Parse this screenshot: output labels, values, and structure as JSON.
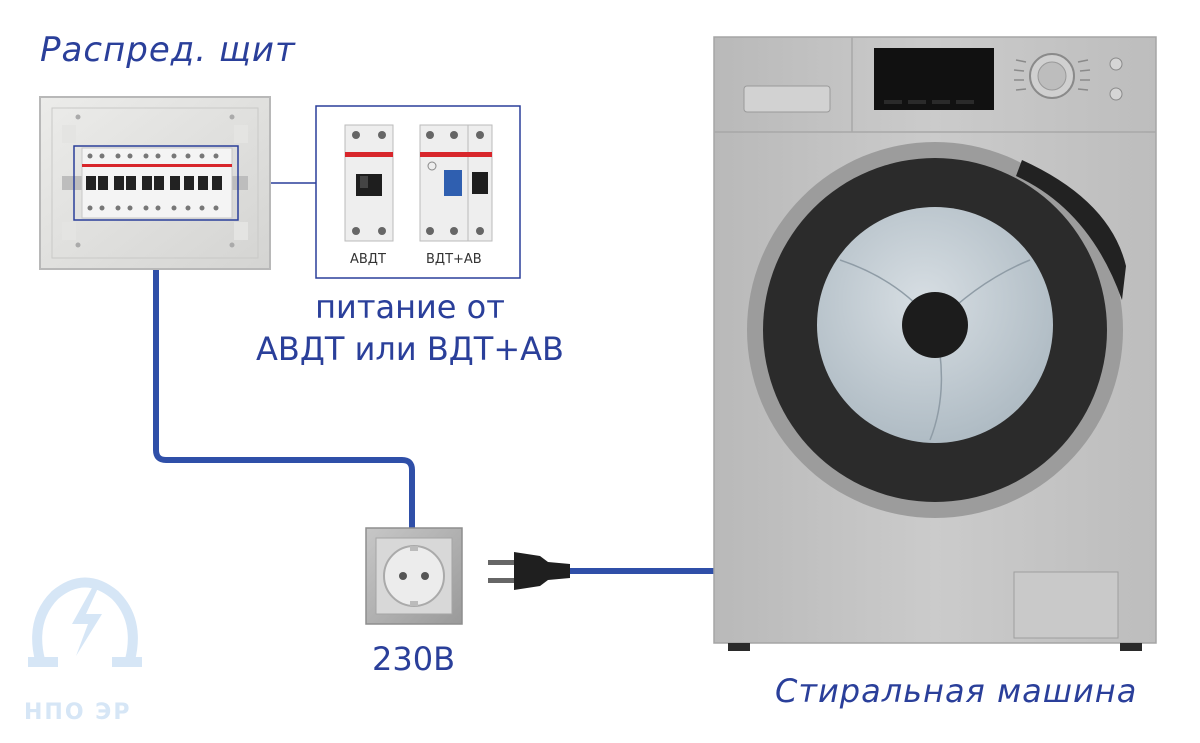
{
  "panel": {
    "title": "Распред. щит"
  },
  "breakers": {
    "avdt_label": "АВДТ",
    "vdt_ab_label": "ВДТ+АВ"
  },
  "supply": {
    "line1": "питание от",
    "line2": "АВДТ или ВДТ+АВ"
  },
  "socket": {
    "voltage": "230В"
  },
  "appliance": {
    "label": "Стиральная машина"
  },
  "logo": {
    "text": "НПО ЭР"
  },
  "colors": {
    "label": "#2a3f9a",
    "cable": "#2f4fa8",
    "washer_body": "#c3c3c3",
    "logo": "#d6e6f6"
  }
}
